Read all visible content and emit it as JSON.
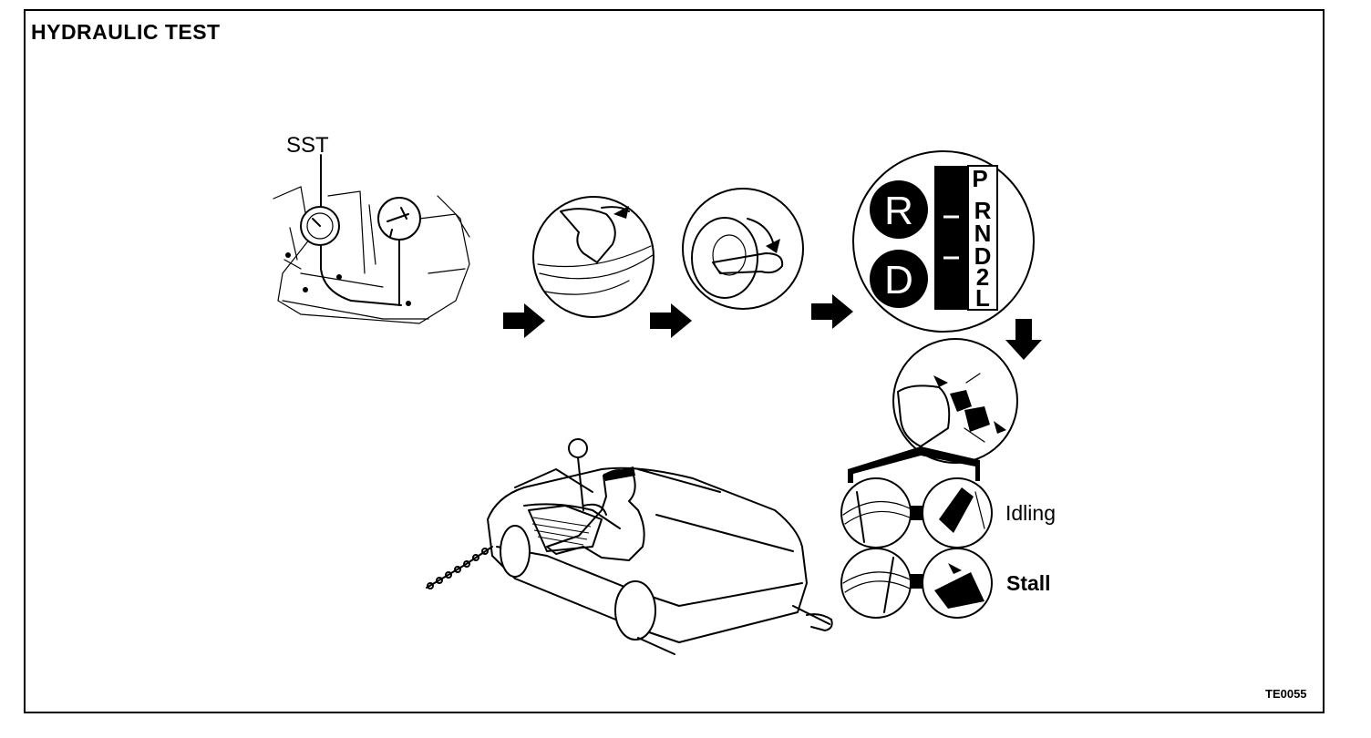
{
  "title": "HYDRAULIC TEST",
  "labels": {
    "sst": "SST",
    "idling": "Idling",
    "stall": "Stall",
    "figure_code": "TE0055"
  },
  "shift_indicator": {
    "circle_letters": [
      "R",
      "D"
    ],
    "gear_positions": [
      "P",
      "R",
      "N",
      "D",
      "2",
      "L"
    ]
  },
  "icons": [
    "pressure-gauge-icon",
    "arrow-right-icon",
    "arrow-down-icon",
    "parking-brake-lever-icon",
    "ignition-key-icon",
    "shift-lever-icon",
    "pedal-icon",
    "tachometer-icon",
    "car-icon"
  ],
  "colors": {
    "ink": "#000000",
    "paper": "#ffffff"
  }
}
